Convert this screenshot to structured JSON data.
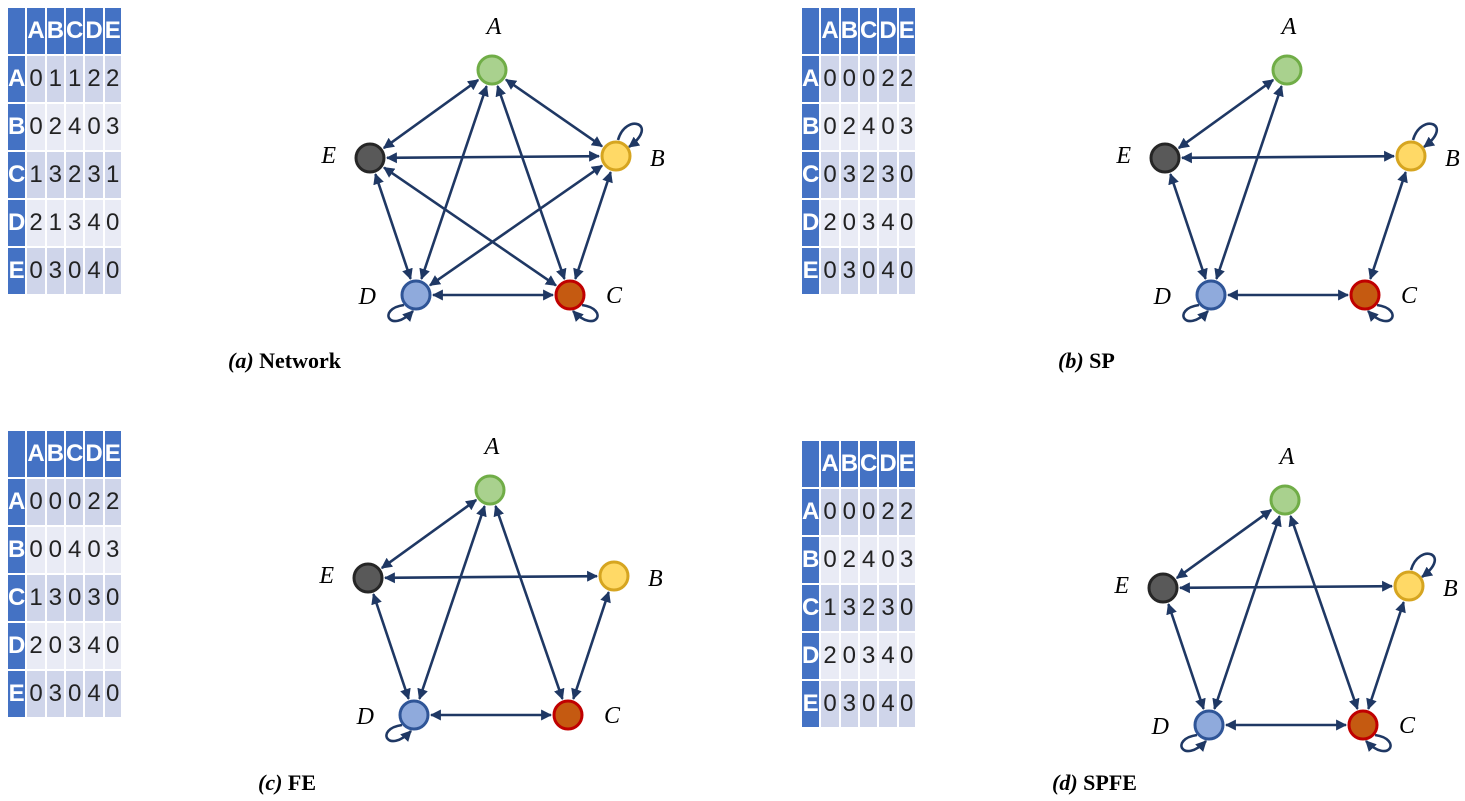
{
  "colors": {
    "header_blue": "#4472c4",
    "cell_dark": "#cfd5ea",
    "cell_light": "#e9ebf5",
    "edge": "#1f3864"
  },
  "nodes": [
    {
      "id": "A",
      "label": "A",
      "fill": "#a9d18e",
      "stroke": "#70ad47"
    },
    {
      "id": "B",
      "label": "B",
      "fill": "#ffd966",
      "stroke": "#d6a520"
    },
    {
      "id": "C",
      "label": "C",
      "fill": "#c55a11",
      "stroke": "#c00000"
    },
    {
      "id": "D",
      "label": "D",
      "fill": "#8faadc",
      "stroke": "#2f5597"
    },
    {
      "id": "E",
      "label": "E",
      "fill": "#595959",
      "stroke": "#262626"
    }
  ],
  "panels": [
    {
      "caption_tag": "(a)",
      "caption_text": "Network",
      "row_labels": [
        "A",
        "B",
        "C",
        "D",
        "E"
      ],
      "col_labels": [
        "A",
        "B",
        "C",
        "D",
        "E"
      ],
      "matrix": [
        [
          "0",
          "1",
          "1",
          "2",
          "2"
        ],
        [
          "0",
          "2",
          "4",
          "0",
          "3"
        ],
        [
          "1",
          "3",
          "2",
          "3",
          "1"
        ],
        [
          "2",
          "1",
          "3",
          "4",
          "0"
        ],
        [
          "0",
          "3",
          "0",
          "4",
          "0"
        ]
      ],
      "edges": [
        [
          "A",
          "B"
        ],
        [
          "A",
          "C"
        ],
        [
          "A",
          "D"
        ],
        [
          "A",
          "E"
        ],
        [
          "B",
          "C"
        ],
        [
          "B",
          "D"
        ],
        [
          "B",
          "E"
        ],
        [
          "C",
          "D"
        ],
        [
          "C",
          "E"
        ],
        [
          "D",
          "E"
        ]
      ],
      "loops": [
        "B",
        "C",
        "D"
      ]
    },
    {
      "caption_tag": "(b)",
      "caption_text": "SP",
      "row_labels": [
        "A",
        "B",
        "C",
        "D",
        "E"
      ],
      "col_labels": [
        "A",
        "B",
        "C",
        "D",
        "E"
      ],
      "matrix": [
        [
          "0",
          "0",
          "0",
          "2",
          "2"
        ],
        [
          "0",
          "2",
          "4",
          "0",
          "3"
        ],
        [
          "0",
          "3",
          "2",
          "3",
          "0"
        ],
        [
          "2",
          "0",
          "3",
          "4",
          "0"
        ],
        [
          "0",
          "3",
          "0",
          "4",
          "0"
        ]
      ],
      "edges": [
        [
          "A",
          "D"
        ],
        [
          "A",
          "E"
        ],
        [
          "B",
          "C"
        ],
        [
          "B",
          "E"
        ],
        [
          "C",
          "D"
        ],
        [
          "D",
          "E"
        ]
      ],
      "loops": [
        "B",
        "C",
        "D"
      ]
    },
    {
      "caption_tag": "(c)",
      "caption_text": "FE",
      "row_labels": [
        "A",
        "B",
        "C",
        "D",
        "E"
      ],
      "col_labels": [
        "A",
        "B",
        "C",
        "D",
        "E"
      ],
      "matrix": [
        [
          "0",
          "0",
          "0",
          "2",
          "2"
        ],
        [
          "0",
          "0",
          "4",
          "0",
          "3"
        ],
        [
          "1",
          "3",
          "0",
          "3",
          "0"
        ],
        [
          "2",
          "0",
          "3",
          "4",
          "0"
        ],
        [
          "0",
          "3",
          "0",
          "4",
          "0"
        ]
      ],
      "edges": [
        [
          "A",
          "C"
        ],
        [
          "A",
          "D"
        ],
        [
          "A",
          "E"
        ],
        [
          "B",
          "C"
        ],
        [
          "B",
          "E"
        ],
        [
          "C",
          "D"
        ],
        [
          "D",
          "E"
        ]
      ],
      "loops": [
        "D"
      ]
    },
    {
      "caption_tag": "(d)",
      "caption_text": "SPFE",
      "row_labels": [
        "A",
        "B",
        "C",
        "D",
        "E"
      ],
      "col_labels": [
        "A",
        "B",
        "C",
        "D",
        "E"
      ],
      "matrix": [
        [
          "0",
          "0",
          "0",
          "2",
          "2"
        ],
        [
          "0",
          "2",
          "4",
          "0",
          "3"
        ],
        [
          "1",
          "3",
          "2",
          "3",
          "0"
        ],
        [
          "2",
          "0",
          "3",
          "4",
          "0"
        ],
        [
          "0",
          "3",
          "0",
          "4",
          "0"
        ]
      ],
      "edges": [
        [
          "A",
          "C"
        ],
        [
          "A",
          "D"
        ],
        [
          "A",
          "E"
        ],
        [
          "B",
          "C"
        ],
        [
          "B",
          "E"
        ],
        [
          "C",
          "D"
        ],
        [
          "D",
          "E"
        ]
      ],
      "loops": [
        "B",
        "C",
        "D"
      ]
    }
  ]
}
